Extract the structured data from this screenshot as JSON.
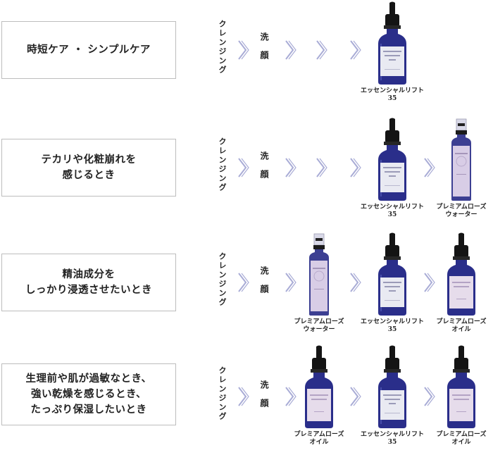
{
  "process": {
    "cleansing": "クレンジング",
    "wash": "洗顔"
  },
  "products": {
    "essence": [
      "エッセンシャルリフト",
      "35"
    ],
    "water": [
      "プレミアムローズ",
      "ウォーター"
    ],
    "oil": [
      "プレミアムローズ",
      "オイル"
    ]
  },
  "rows": [
    {
      "label": [
        "時短ケア ・ シンプルケア"
      ],
      "steps": [
        "essence"
      ]
    },
    {
      "label": [
        "テカリや化粧崩れを",
        "感じるとき"
      ],
      "steps": [
        "essence",
        "water"
      ]
    },
    {
      "label": [
        "精油成分を",
        "しっかり浸透させたいとき"
      ],
      "steps": [
        "water",
        "essence",
        "oil"
      ]
    },
    {
      "label": [
        "生理前や肌が過敏なとき、",
        "強い乾燥を感じるとき、",
        "たっぷり保湿したいとき"
      ],
      "steps": [
        "oil",
        "essence",
        "oil"
      ]
    }
  ],
  "colors": {
    "bottle_blue": "#2a2e8a",
    "label_pink": "#e6dceb",
    "chevron": "#a9acd6"
  }
}
